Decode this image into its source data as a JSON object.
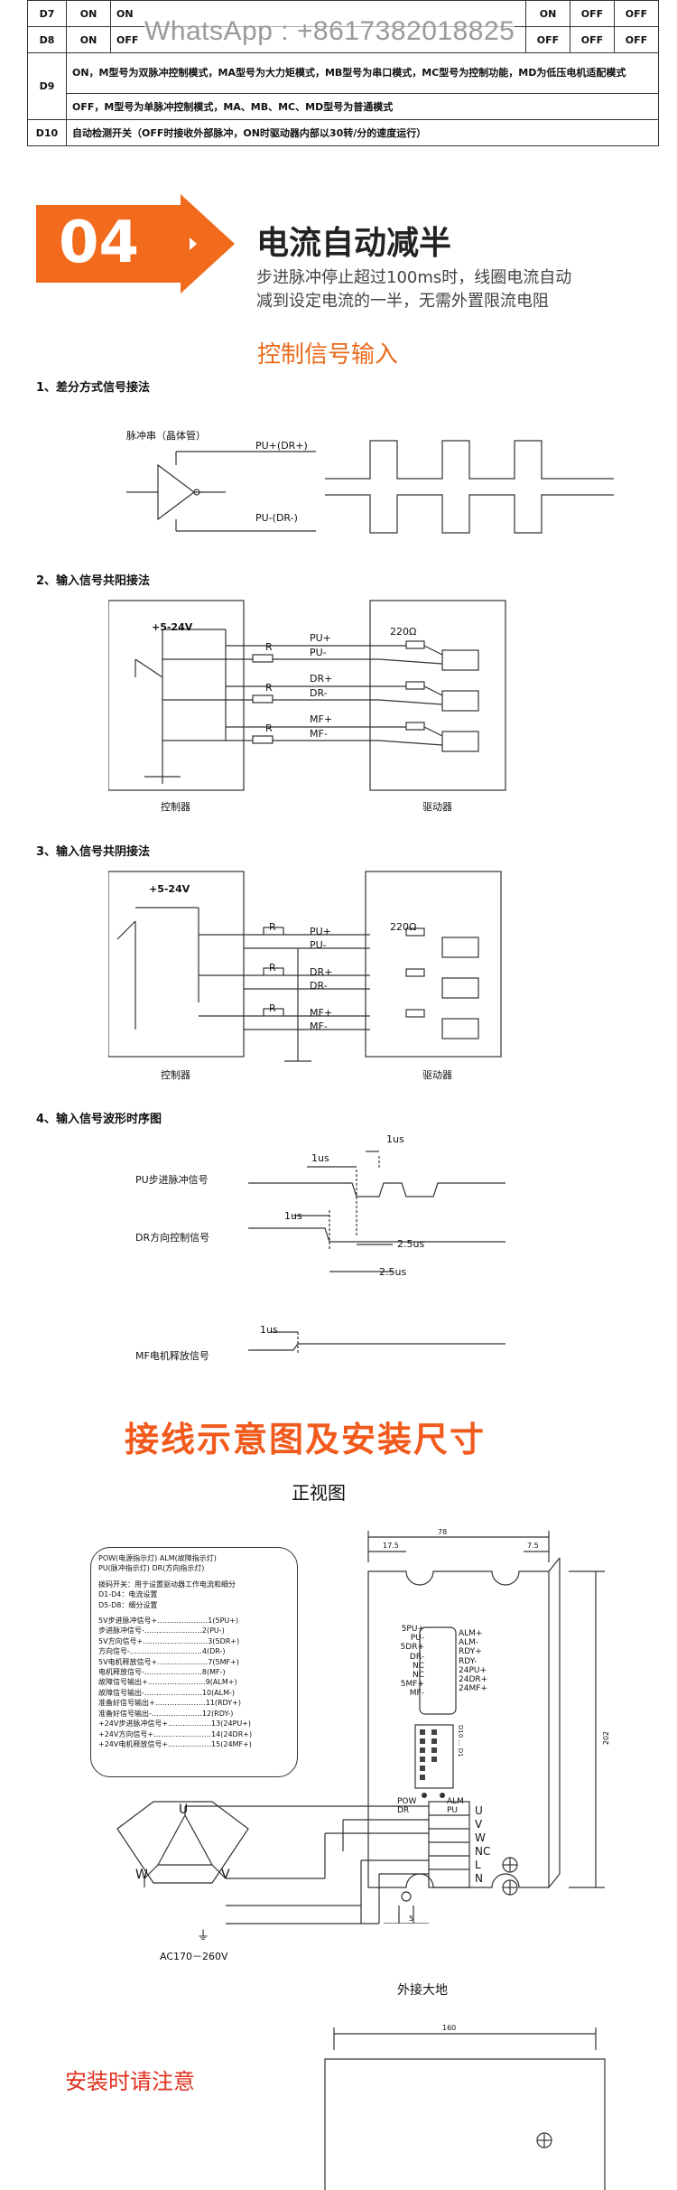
{
  "table": {
    "rows": [
      {
        "key": "D7",
        "cells": [
          "ON",
          "ON"
        ],
        "right": [
          "ON",
          "OFF",
          "OFF"
        ]
      },
      {
        "key": "D8",
        "cells": [
          "ON",
          "OFF"
        ],
        "right": [
          "OFF",
          "OFF",
          "OFF"
        ]
      }
    ],
    "d9_key": "D9",
    "d9_on": "ON，M型号为双脉冲控制模式，MA型号为大力矩模式，MB型号为串口模式，MC型号为控制功能，MD为低压电机适配模式",
    "d9_off": "OFF，M型号为单脉冲控制模式，MA、MB、MC、MD型号为普通模式",
    "d10_key": "D10",
    "d10_text": "自动检测开关（OFF时接收外部脉冲，ON时驱动器内部以30转/分的速度运行）"
  },
  "watermark": "WhatsApp : +8617382018825",
  "section04": {
    "number": "04",
    "title": "电流自动减半",
    "desc1": "步进脉冲停止超过100ms时，线圈电流自动",
    "desc2": "减到设定电流的一半，无需外置限流电阻",
    "subtitle": "控制信号输入"
  },
  "diff": {
    "heading": "1、差分方式信号接法",
    "source_label": "脉冲串（晶体管）",
    "pu_plus": "PU+(DR+)",
    "pu_minus": "PU-(DR-)"
  },
  "anode": {
    "heading": "2、输入信号共阳接法",
    "supply": "+5-24V",
    "r": "R",
    "ohm": "220Ω",
    "pins": [
      "PU+",
      "PU-",
      "DR+",
      "DR-",
      "MF+",
      "MF-"
    ],
    "controller": "控制器",
    "driver": "驱动器"
  },
  "cathode": {
    "heading": "3、输入信号共阴接法",
    "supply": "+5-24V",
    "r": "R",
    "ohm": "220Ω",
    "pins": [
      "PU+",
      "PU-",
      "DR+",
      "DR-",
      "MF+",
      "MF-"
    ],
    "controller": "控制器",
    "driver": "驱动器"
  },
  "timing": {
    "heading": "4、输入信号波形时序图",
    "pu_label": "PU步进脉冲信号",
    "dr_label": "DR方向控制信号",
    "mf_label": "MF电机释放信号",
    "t1": "1us",
    "t2": "2.5us"
  },
  "install": {
    "title": "接线示意图及安装尺寸",
    "front": "正视图",
    "box_lines": [
      "POW(电源指示灯)  ALM(故障指示灯)",
      "PU(脉冲指示灯)    DR(方向指示灯)",
      "",
      "拨码开关：用于设置驱动器工作电流和细分",
      "D1-D4：电流设置",
      "D5-D8：细分设置",
      "",
      "5V步进脉冲信号+…………………1(5PU+)",
      "步进脉冲信号-……………………2(PU-)",
      "5V方向信号+………………………3(5DR+)",
      "方向信号-…………………………4(DR-)",
      "5V电机释放信号+…………………7(5MF+)",
      "电机释放信号-……………………8(MF-)",
      "故障信号输出+……………………9(ALM+)",
      "故障信号输出-……………………10(ALM-)",
      "准备好信号输出+…………………11(RDY+)",
      "准备好信号输出-…………………12(RDY-)",
      "+24V步进脉冲信号+………………13(24PU+)",
      "+24V方向信号+……………………14(24DR+)",
      "+24V电机释放信号+………………15(24MF+)"
    ],
    "conn_left": [
      "5PU+",
      "PU-",
      "5DR+",
      "DR-",
      "NC",
      "NC",
      "5MF+",
      "MF-"
    ],
    "conn_right": [
      "ALM+",
      "ALM-",
      "RDY+",
      "RDY-",
      "24PU+",
      "24DR+",
      "24MF+"
    ],
    "dip": "D10 … D1",
    "leds_left": [
      "POW",
      "DR"
    ],
    "leds_right": [
      "ALM",
      "PU"
    ],
    "terminals": [
      "U",
      "V",
      "W",
      "NC",
      "L",
      "N"
    ],
    "motor": [
      "U",
      "V",
      "W"
    ],
    "ac": "AC170－260V",
    "ground": "外接大地",
    "dim_w": "78",
    "dim_a": "17.5",
    "dim_b": "7.5",
    "dim_h": "202",
    "dim_5": "5",
    "dim_160": "160",
    "notice": "安装时请注意"
  },
  "colors": {
    "orange": "#f26a1b",
    "red": "#f15a1c"
  }
}
